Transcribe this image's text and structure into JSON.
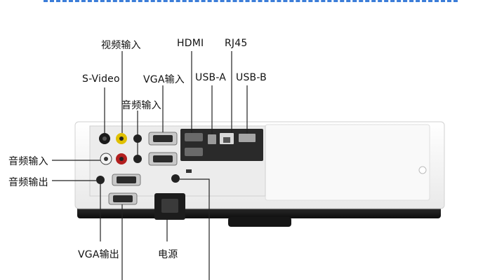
{
  "labels": {
    "audio_in_top": "视频输入",
    "hdmi": "HDMI",
    "rj45": "RJ45",
    "s_video": "S-Video",
    "vga_in": "VGA输入",
    "usb_a": "USB-A",
    "usb_b": "USB-B",
    "audio_in_mid": "音频输入",
    "audio_in_left": "音频输入",
    "audio_out": "音频输出",
    "vga_out": "VGA输出",
    "power": "电源"
  },
  "colors": {
    "accent_dash": "#3b7dd8",
    "projector_body": "#f4f4f4",
    "panel": "#2a2a2a",
    "leader_line": "#222222"
  }
}
